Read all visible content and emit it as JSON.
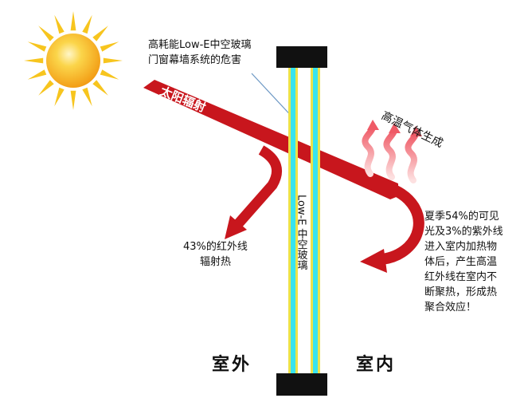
{
  "labels": {
    "hazard_title": "高耗能Low-E中空玻璃\n门窗幕墙系统的危害",
    "solar_radiation": "太阳辐射",
    "hot_gas": "高温气体生成",
    "glass_name": "Low-E 中空玻璃",
    "infrared_out": "43%的红外线\n辐射热",
    "greenhouse_note": "夏季54%的可见\n光及3%的紫外线\n进入室内加热物\n体后，产生高温\n红外线在室内不\n断聚热，形成热\n聚合效应！",
    "outdoor": "室外",
    "indoor": "室内"
  },
  "colors": {
    "arrow_red": "#c8161d",
    "glass_cyan": "#38e4ee",
    "glass_yellow": "#ece24a",
    "frame_black": "#111111",
    "sun_core": "#f7b21b",
    "heat_wave": "#f16c74"
  }
}
